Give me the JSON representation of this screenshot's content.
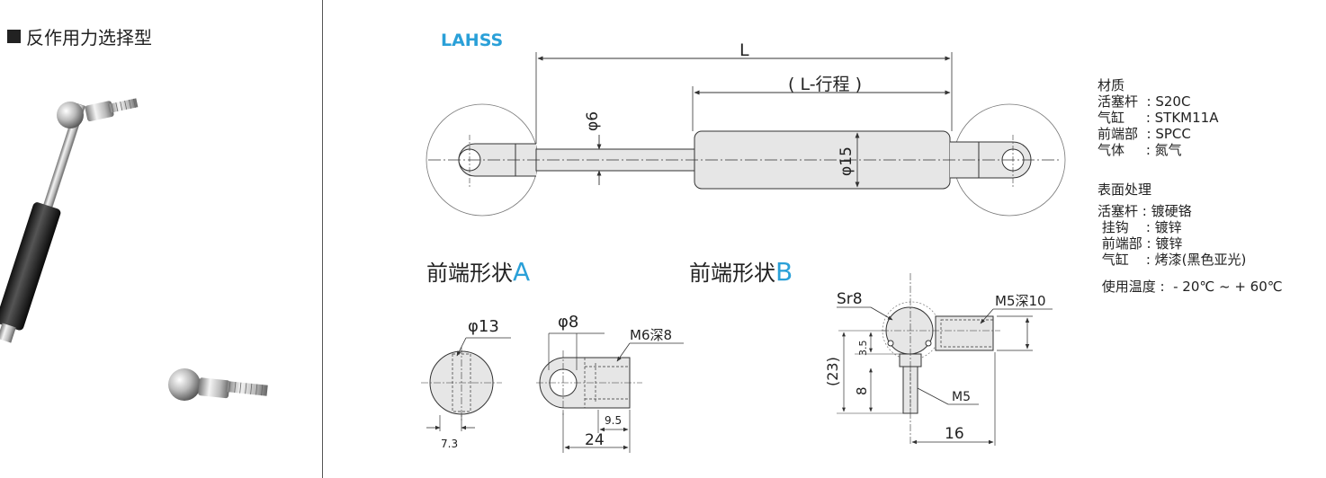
{
  "section": {
    "title": "反作用力选择型"
  },
  "model": "LAHSS",
  "dims": {
    "L": "L",
    "stroke": "( L-行程 )",
    "rod_dia": "φ6",
    "body_dia": "φ15"
  },
  "shape_a": {
    "prefix": "前端形状",
    "letter": "A",
    "d13": "φ13",
    "d8": "φ8",
    "thread": "M6深8",
    "w73": "7.3",
    "w24": "24",
    "w95": "9.5"
  },
  "shape_b": {
    "prefix": "前端形状",
    "letter": "B",
    "sr": "Sr8",
    "thread": "M5深10",
    "h35": "3.5",
    "h23": "(23)",
    "h8": "8",
    "m5": "M5",
    "w16": "16"
  },
  "specs": {
    "material_title": "材质",
    "material": [
      "活塞杆  : S20C",
      "气缸     : STKM11A",
      "前端部  : SPCC",
      "气体     : 氮气"
    ],
    "surface_title": "表面处理",
    "surface": [
      "活塞杆 : 镀硬铬",
      " 挂钩    : 镀锌",
      " 前端部 : 镀锌",
      " 气缸    : 烤漆(黑色亚光)"
    ],
    "temperature": " 使用温度 :  - 20℃ ~ + 60℃"
  },
  "colors": {
    "accent": "#2aa0d8",
    "body_fill": "#e6e6e6",
    "line": "#333333"
  }
}
